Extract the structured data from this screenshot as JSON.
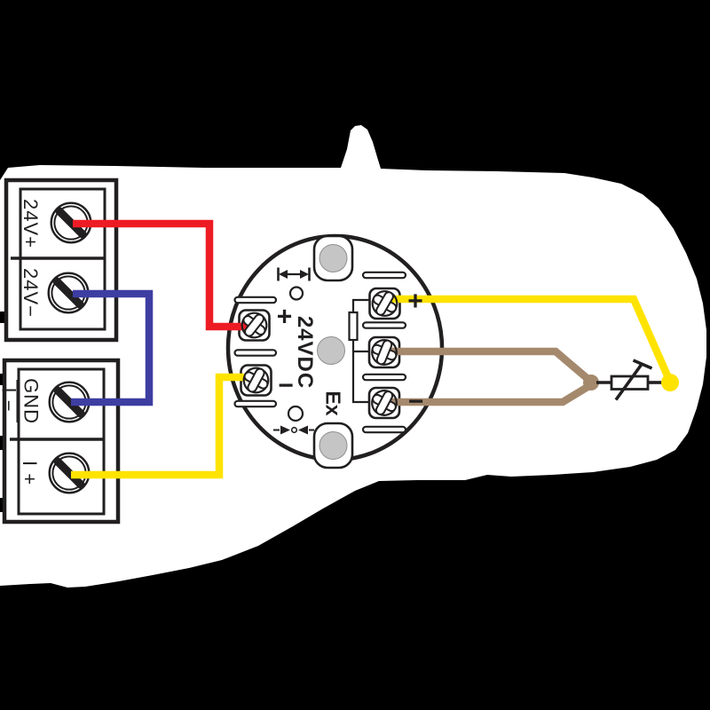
{
  "colors": {
    "background": "#000000",
    "panel": "#ffffff",
    "outline": "#211f1f",
    "wire_red": "#ed1c24",
    "wire_blue": "#3e3ea2",
    "wire_yellow": "#ffe300",
    "wire_brown": "#a5896d",
    "pad_gray": "#c5c5c5"
  },
  "power_terminal_block": {
    "terminal_top_label": "24V+",
    "terminal_bottom_label": "24V−"
  },
  "io_terminal_block": {
    "terminal_top_label": "GND",
    "terminal_top_sublabel": "I −",
    "terminal_bottom_label": "I +"
  },
  "transmitter": {
    "supply_label": "24VDC",
    "ex_label": "Ex",
    "left_plus_label": "+",
    "left_minus_label": "−",
    "right_plus_label": "+",
    "right_minus_label": "−"
  }
}
